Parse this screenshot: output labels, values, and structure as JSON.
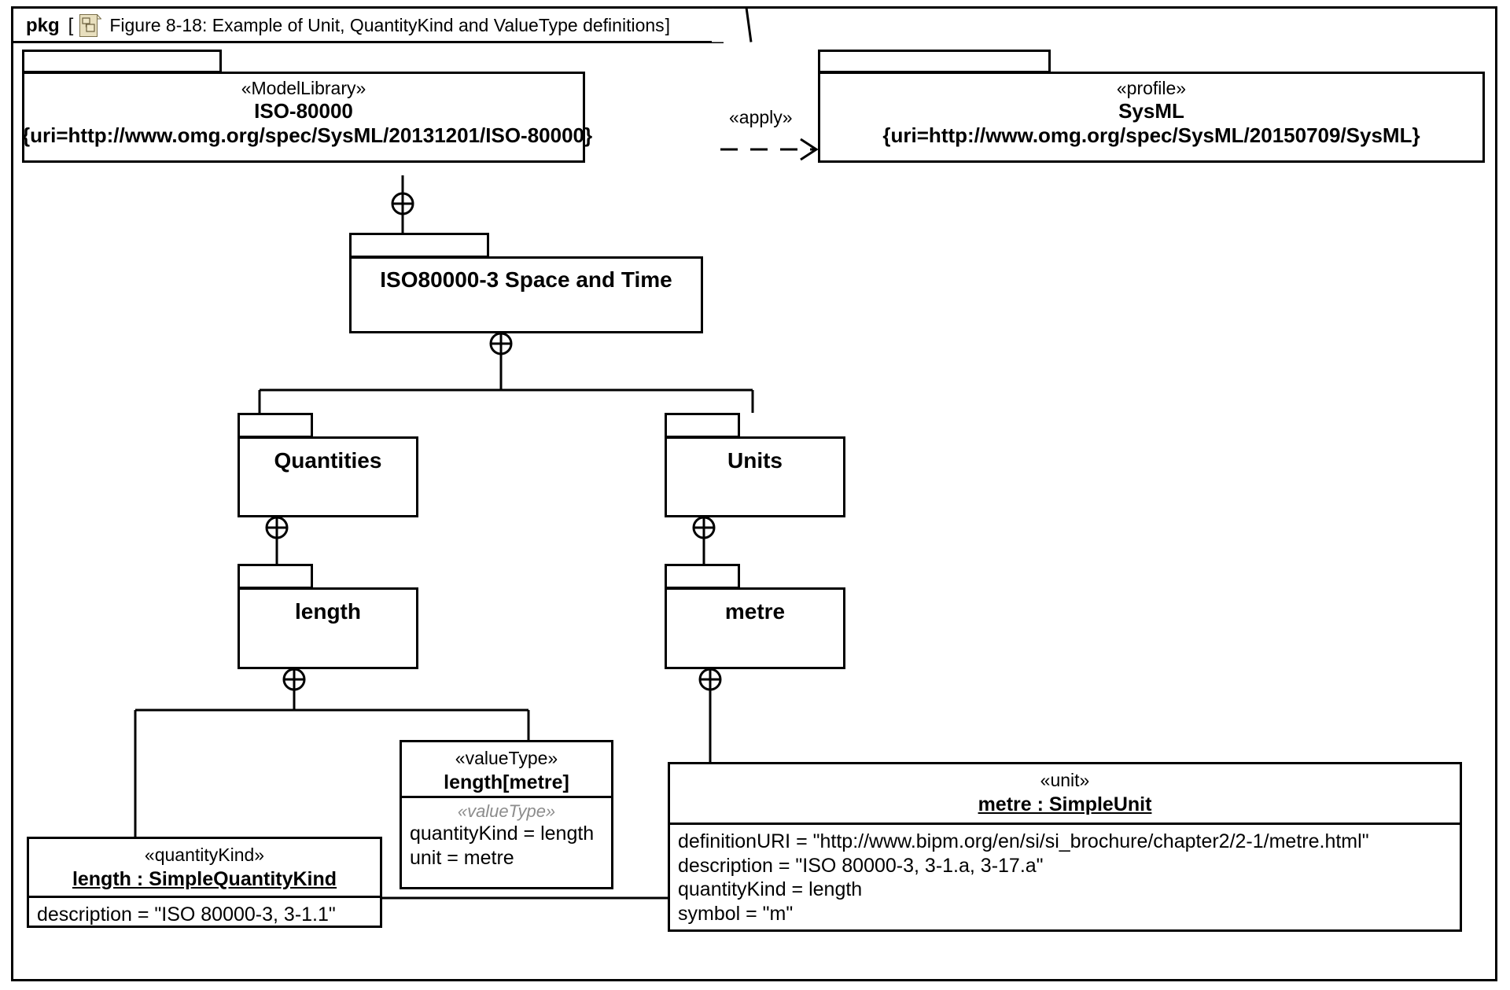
{
  "diagram": {
    "kind_keyword": "pkg",
    "bracket_open": "[",
    "bracket_close": "]",
    "icon": "package-icon",
    "title": "Figure 8-18: Example of Unit, QuantityKind and ValueType definitions"
  },
  "packages": {
    "iso80000": {
      "stereotype": "«ModelLibrary»",
      "name": "ISO-80000",
      "uri": "{uri=http://www.omg.org/spec/SysML/20131201/ISO-80000}"
    },
    "sysml": {
      "stereotype": "«profile»",
      "name": "SysML",
      "uri": "{uri=http://www.omg.org/spec/SysML/20150709/SysML}"
    },
    "iso80000_3": {
      "name": "ISO80000-3 Space and Time"
    },
    "quantities": {
      "name": "Quantities"
    },
    "units": {
      "name": "Units"
    },
    "length_pkg": {
      "name": "length"
    },
    "metre_pkg": {
      "name": "metre"
    }
  },
  "relationships": {
    "apply": "«apply»"
  },
  "elements": {
    "value_type": {
      "stereotype": "«valueType»",
      "name": "length[metre]",
      "compartment_stereotype": "«valueType»",
      "attributes": [
        "quantityKind = length",
        "unit = metre"
      ]
    },
    "quantity_kind": {
      "stereotype": "«quantityKind»",
      "name": "length : SimpleQuantityKind",
      "attributes": [
        "description = \"ISO 80000-3, 3-1.1\""
      ]
    },
    "unit": {
      "stereotype": "«unit»",
      "name": "metre : SimpleUnit",
      "attributes": [
        "definitionURI = \"http://www.bipm.org/en/si/si_brochure/chapter2/2-1/metre.html\"",
        "description = \"ISO 80000-3, 3-1.a, 3-17.a\"",
        "quantityKind = length",
        "symbol = \"m\""
      ]
    }
  },
  "colors": {
    "line": "#000000",
    "background": "#ffffff",
    "icon_fill": "#e8dfbe",
    "icon_stroke": "#7a6f4a",
    "muted_text": "#8c8c8c"
  }
}
